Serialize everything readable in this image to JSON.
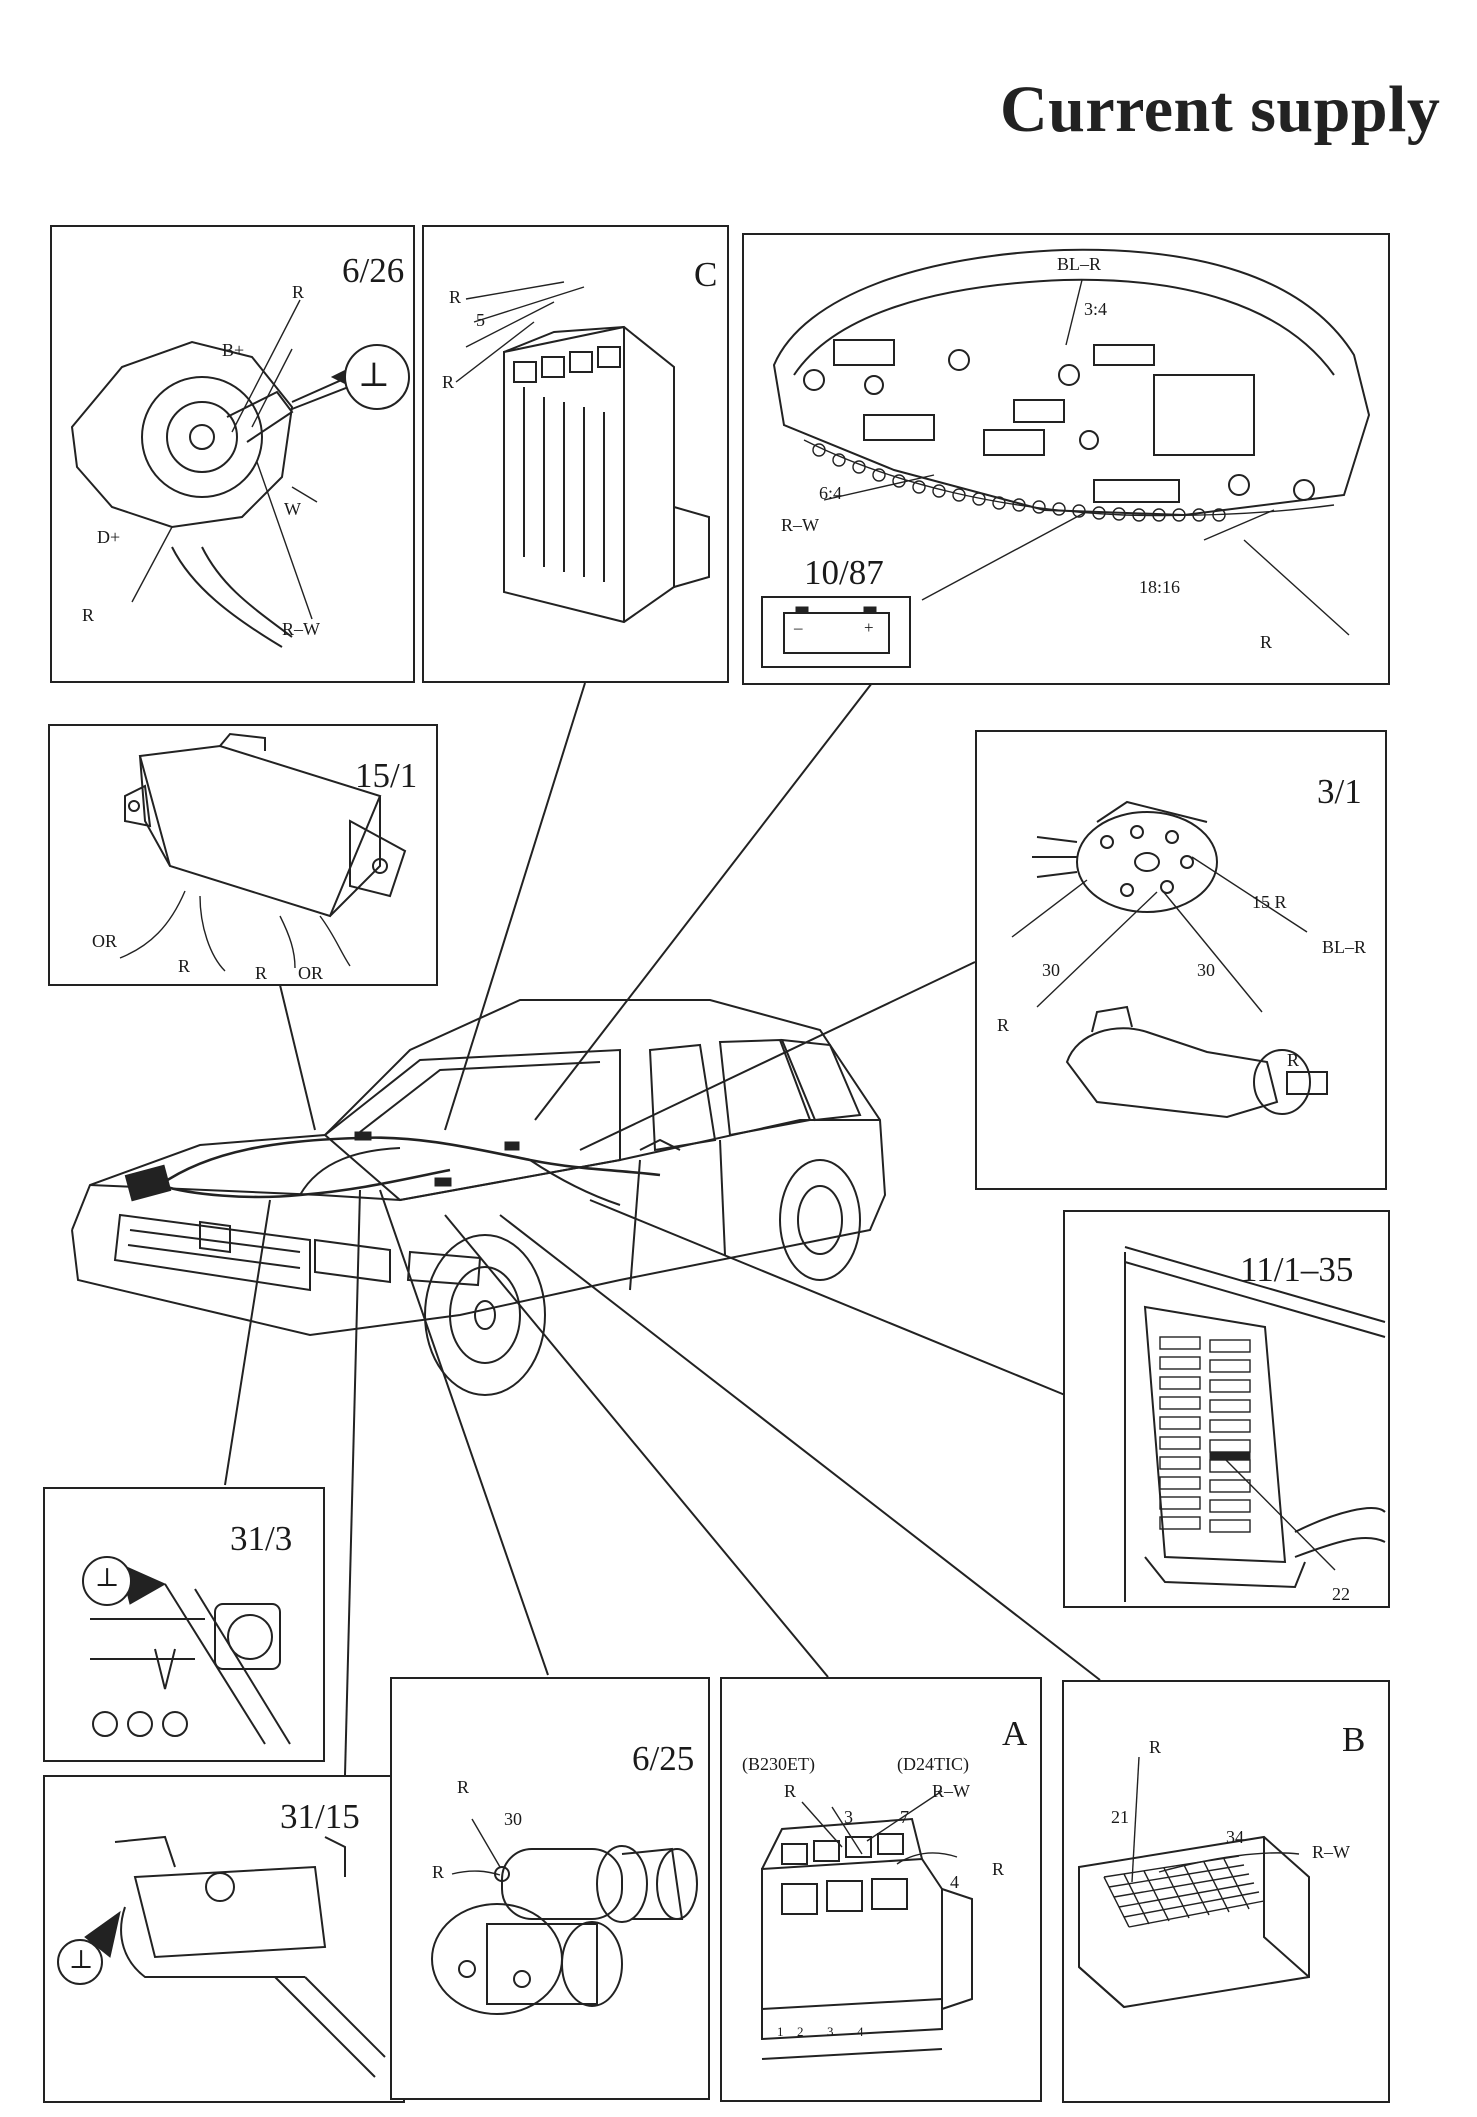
{
  "title": "Current supply",
  "panels": {
    "p626": {
      "id": "6/26",
      "labels": {
        "r_top": "R",
        "b_plus": "B+",
        "d_plus": "D+",
        "r_bottom": "R",
        "w": "W",
        "r_w": "R–W",
        "ground": "⊥"
      }
    },
    "pC": {
      "id": "C",
      "labels": {
        "r1": "R",
        "five": "5",
        "r2": "R"
      }
    },
    "p1087": {
      "id": "10/87",
      "labels": {
        "bl_r": "BL–R",
        "p34": "3:4",
        "p64": "6:4",
        "r_w": "R–W",
        "p1816": "18:16",
        "r": "R",
        "minus": "–",
        "plus": "+"
      }
    },
    "p151": {
      "id": "15/1",
      "labels": {
        "or1": "OR",
        "r1": "R",
        "r2": "R",
        "or2": "OR"
      }
    },
    "p31": {
      "id": "3/1",
      "labels": {
        "r15": "15 R",
        "bl_r": "BL–R",
        "t30a": "30",
        "t30b": "30",
        "r1": "R",
        "r2": "R"
      }
    },
    "p11135": {
      "id": "11/1–35",
      "labels": {
        "n22": "22"
      }
    },
    "p313": {
      "id": "31/3",
      "labels": {
        "ground": "⊥"
      }
    },
    "p3115": {
      "id": "31/15",
      "labels": {
        "ground": "⊥"
      }
    },
    "p625": {
      "id": "6/25",
      "labels": {
        "r1": "R",
        "t30": "30",
        "r2": "R"
      }
    },
    "pA": {
      "id": "A",
      "labels": {
        "b230": "(B230ET)",
        "d24": "(D24TIC)",
        "r1": "R",
        "rw": "R–W",
        "n3": "3",
        "n7": "7",
        "r2": "R",
        "n4": "4",
        "pin1": "1",
        "pin2": "2",
        "pin3": "3",
        "pin4": "4"
      }
    },
    "pB": {
      "id": "B",
      "labels": {
        "r": "R",
        "n21": "21",
        "n34": "34",
        "rw": "R–W"
      }
    }
  }
}
